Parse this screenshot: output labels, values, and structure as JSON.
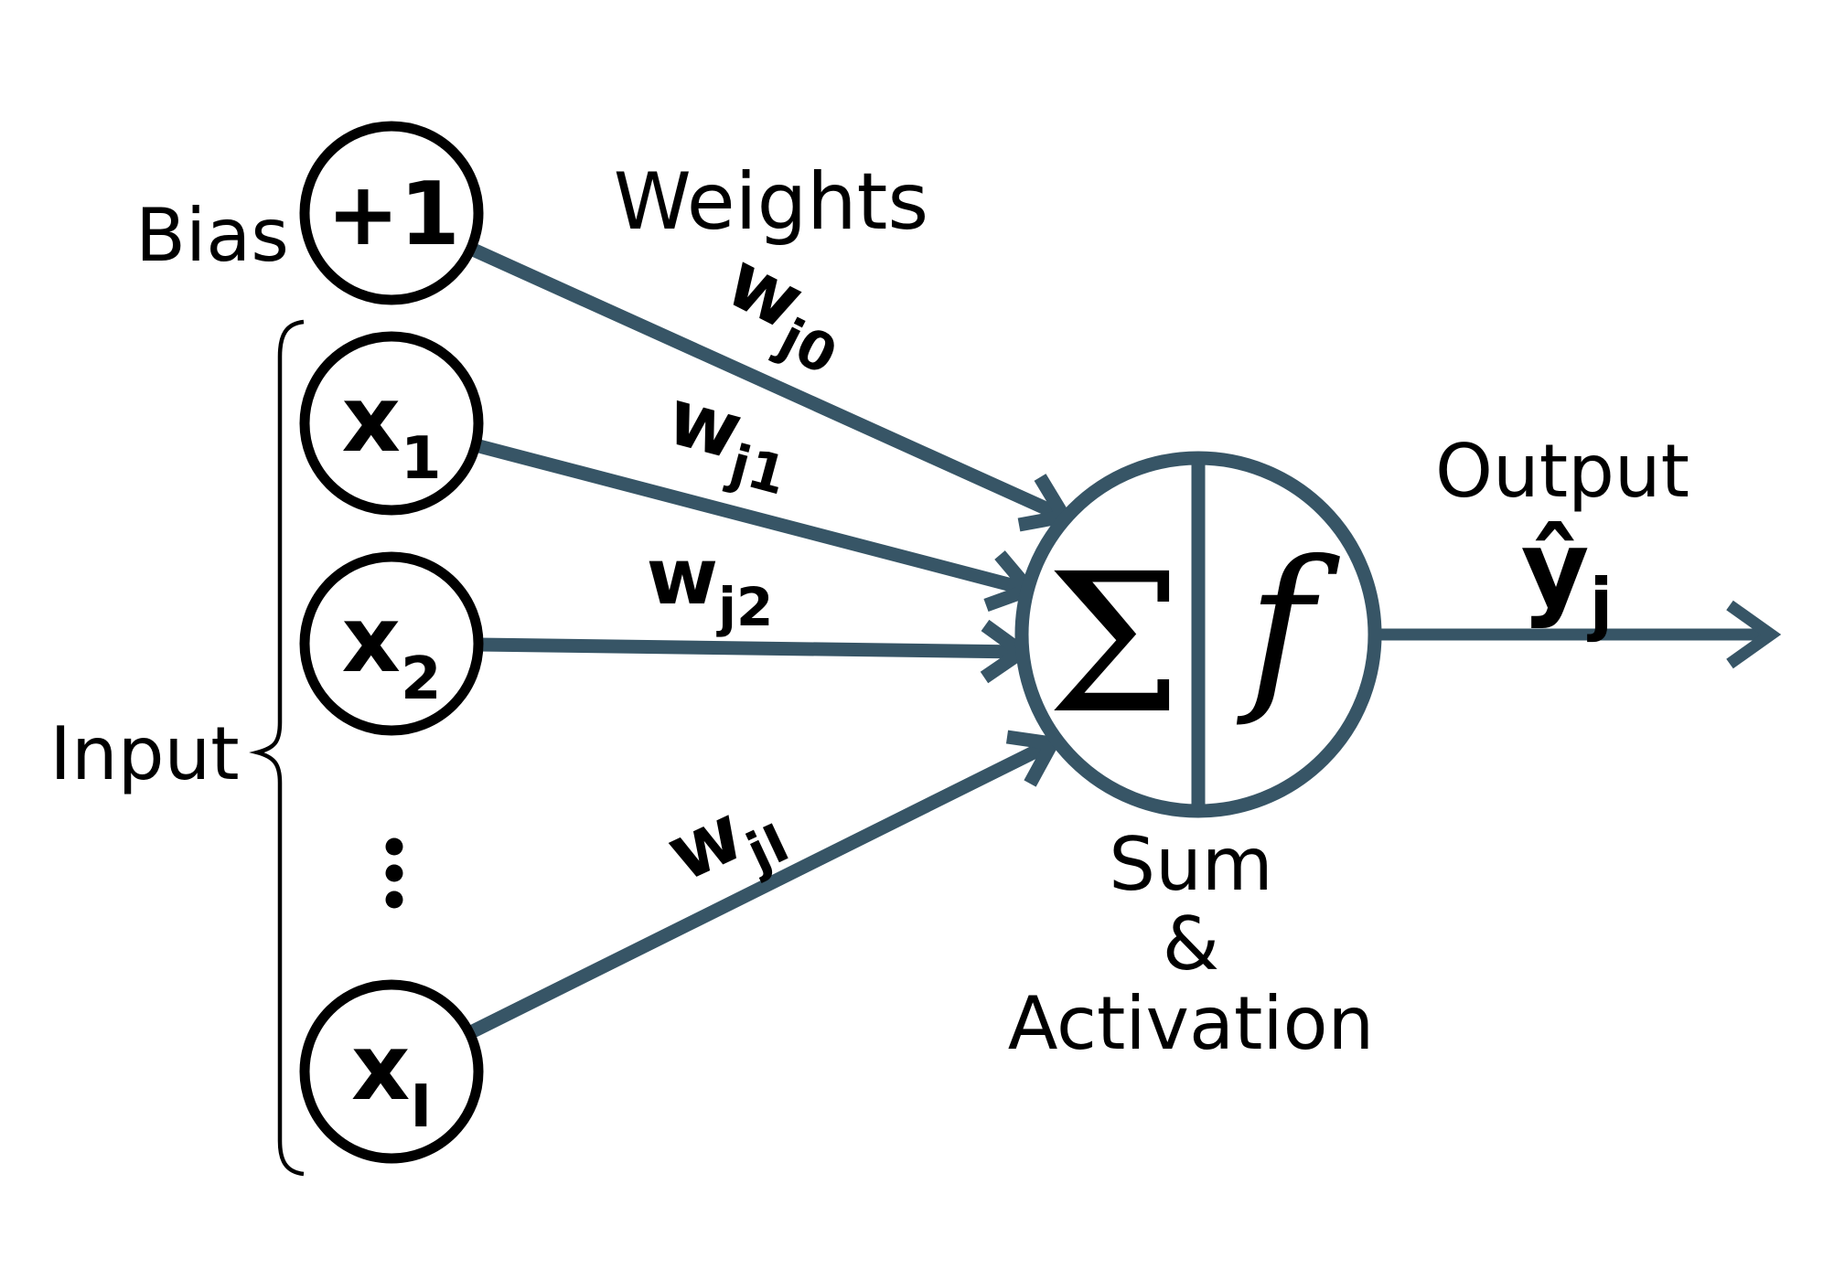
{
  "diagram": {
    "colors": {
      "connection": "#375566",
      "node_stroke": "#000000",
      "text": "#000000",
      "background": "#ffffff"
    },
    "labels": {
      "bias": "Bias",
      "input": "Input",
      "weights": "Weights",
      "output": "Output"
    },
    "bias_node": {
      "value": "+1"
    },
    "input_nodes": [
      {
        "base": "x",
        "sub": "1"
      },
      {
        "base": "x",
        "sub": "2"
      },
      {
        "base": "x",
        "sub": "I"
      }
    ],
    "icons": {
      "vertical_ellipsis": "⋮"
    },
    "weight_labels": [
      {
        "base": "w",
        "sub": "j0"
      },
      {
        "base": "w",
        "sub": "j1"
      },
      {
        "base": "w",
        "sub": "j2"
      },
      {
        "base": "w",
        "sub": "jI"
      }
    ],
    "neuron": {
      "sum_symbol": "Σ",
      "activation_symbol": "f",
      "caption": [
        "Sum",
        "&",
        "Activation"
      ]
    },
    "output_variable": {
      "base": "ŷ",
      "sub": "j"
    }
  }
}
